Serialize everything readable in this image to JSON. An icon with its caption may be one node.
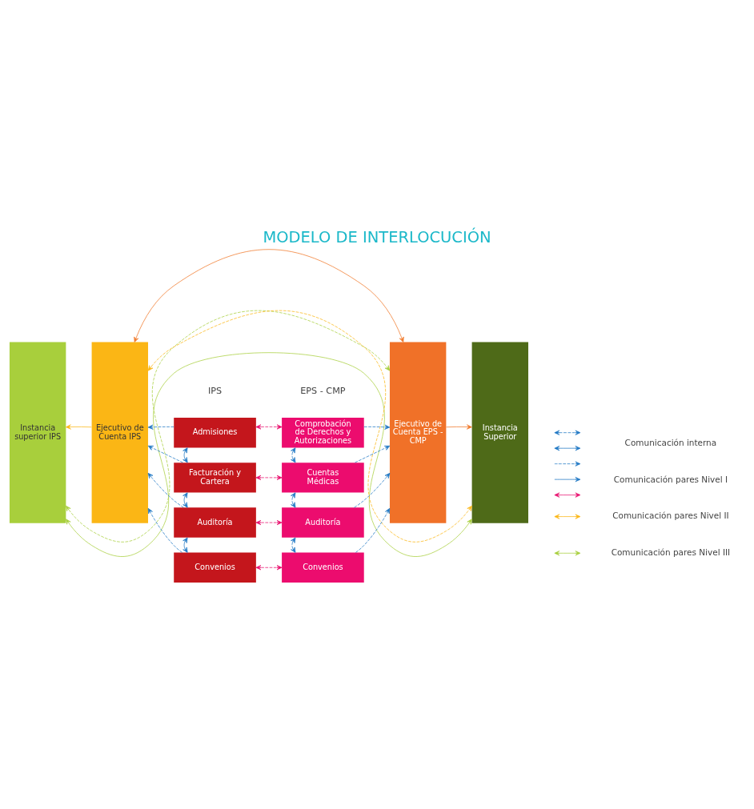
{
  "diagram": {
    "title": "MODELO DE INTERLOCUCIÓN",
    "nodes": [
      {
        "text": [
          "Instancia superior IPS"
        ]
      },
      {
        "text": [
          "Ejecutivo de Cuenta IPS"
        ]
      },
      {
        "text": [
          "Admisiones"
        ]
      },
      {
        "text": [
          "Facturación y Cartera"
        ]
      },
      {
        "text": [
          "Auditoría"
        ]
      },
      {
        "text": [
          "Convenios"
        ]
      },
      {
        "text": [
          "Comprobación de Derechos y Autorizaciones"
        ]
      },
      {
        "text": [
          "Cuentas Médicas"
        ]
      },
      {
        "text": [
          "Auditoría"
        ]
      },
      {
        "text": [
          "Convenios"
        ]
      },
      {
        "text": [
          "Ejecutivo de Cuenta EPS - CMP"
        ]
      },
      {
        "text": [
          "Instancia Superior"
        ]
      }
    ],
    "edges": [
      {
        "from": 2,
        "to": 6,
        "arrow": "both",
        "style": "dashed",
        "color": "#e8106e"
      },
      {
        "from": 3,
        "to": 7,
        "arrow": "both",
        "style": "dashed",
        "color": "#e8106e"
      },
      {
        "from": 4,
        "to": 8,
        "arrow": "both",
        "style": "dashed",
        "color": "#e8106e"
      },
      {
        "from": 5,
        "to": 9,
        "arrow": "both",
        "style": "dashed",
        "color": "#e8106e"
      },
      {
        "from": 2,
        "to": 3,
        "arrow": "both"
      },
      {
        "from": 3,
        "to": 4,
        "arrow": "both"
      },
      {
        "from": 4,
        "to": 5,
        "arrow": "both"
      },
      {
        "from": 6,
        "to": 7,
        "arrow": "both",
        "style": "dashed"
      },
      {
        "from": 7,
        "to": 8,
        "arrow": "both",
        "style": "dashed"
      },
      {
        "from": 8,
        "to": 9,
        "arrow": "both",
        "style": "dashed"
      },
      {
        "from": 2,
        "to": 1,
        "arrow": "to",
        "style": "dashed"
      },
      {
        "from": 3,
        "to": 1,
        "arrow": "to",
        "style": "dashed"
      },
      {
        "from": 4,
        "to": 1,
        "arrow": "to",
        "style": "dashed"
      },
      {
        "from": 5,
        "to": 1,
        "arrow": "to",
        "style": "dashed"
      },
      {
        "from": 6,
        "to": 10,
        "arrow": "to",
        "style": "dashed"
      },
      {
        "from": 7,
        "to": 10,
        "arrow": "to",
        "style": "dashed"
      },
      {
        "from": 8,
        "to": 10,
        "arrow": "to",
        "style": "dashed"
      },
      {
        "from": 9,
        "to": 10,
        "arrow": "to",
        "style": "dashed"
      },
      {
        "from": 1,
        "to": 0,
        "arrow": "to",
        "color": "#fbb615"
      },
      {
        "from": 10,
        "to": 11,
        "arrow": "to",
        "color": "#f07828"
      },
      {
        "from": 1,
        "to": 11,
        "arrow": "both",
        "style": "dashed",
        "color": "#fbb615"
      },
      {
        "from": 0,
        "to": 10,
        "arrow": "both",
        "style": "dashed",
        "color": "#a8cf3c"
      },
      {
        "from": 1,
        "to": 10,
        "arrow": "both",
        "color": "#f07828"
      },
      {
        "from": 0,
        "to": 11,
        "arrow": "both",
        "color": "#a8cf3c"
      }
    ],
    "labels": [
      "IPS",
      "EPS - CMP"
    ],
    "legend": [
      {
        "text": "Comunicación interna"
      },
      {
        "text": "Comunicación pares Nivel I"
      },
      {
        "text": "Comunicación pares Nivel II"
      },
      {
        "text": "Comunicación pares Nivel III"
      }
    ]
  }
}
